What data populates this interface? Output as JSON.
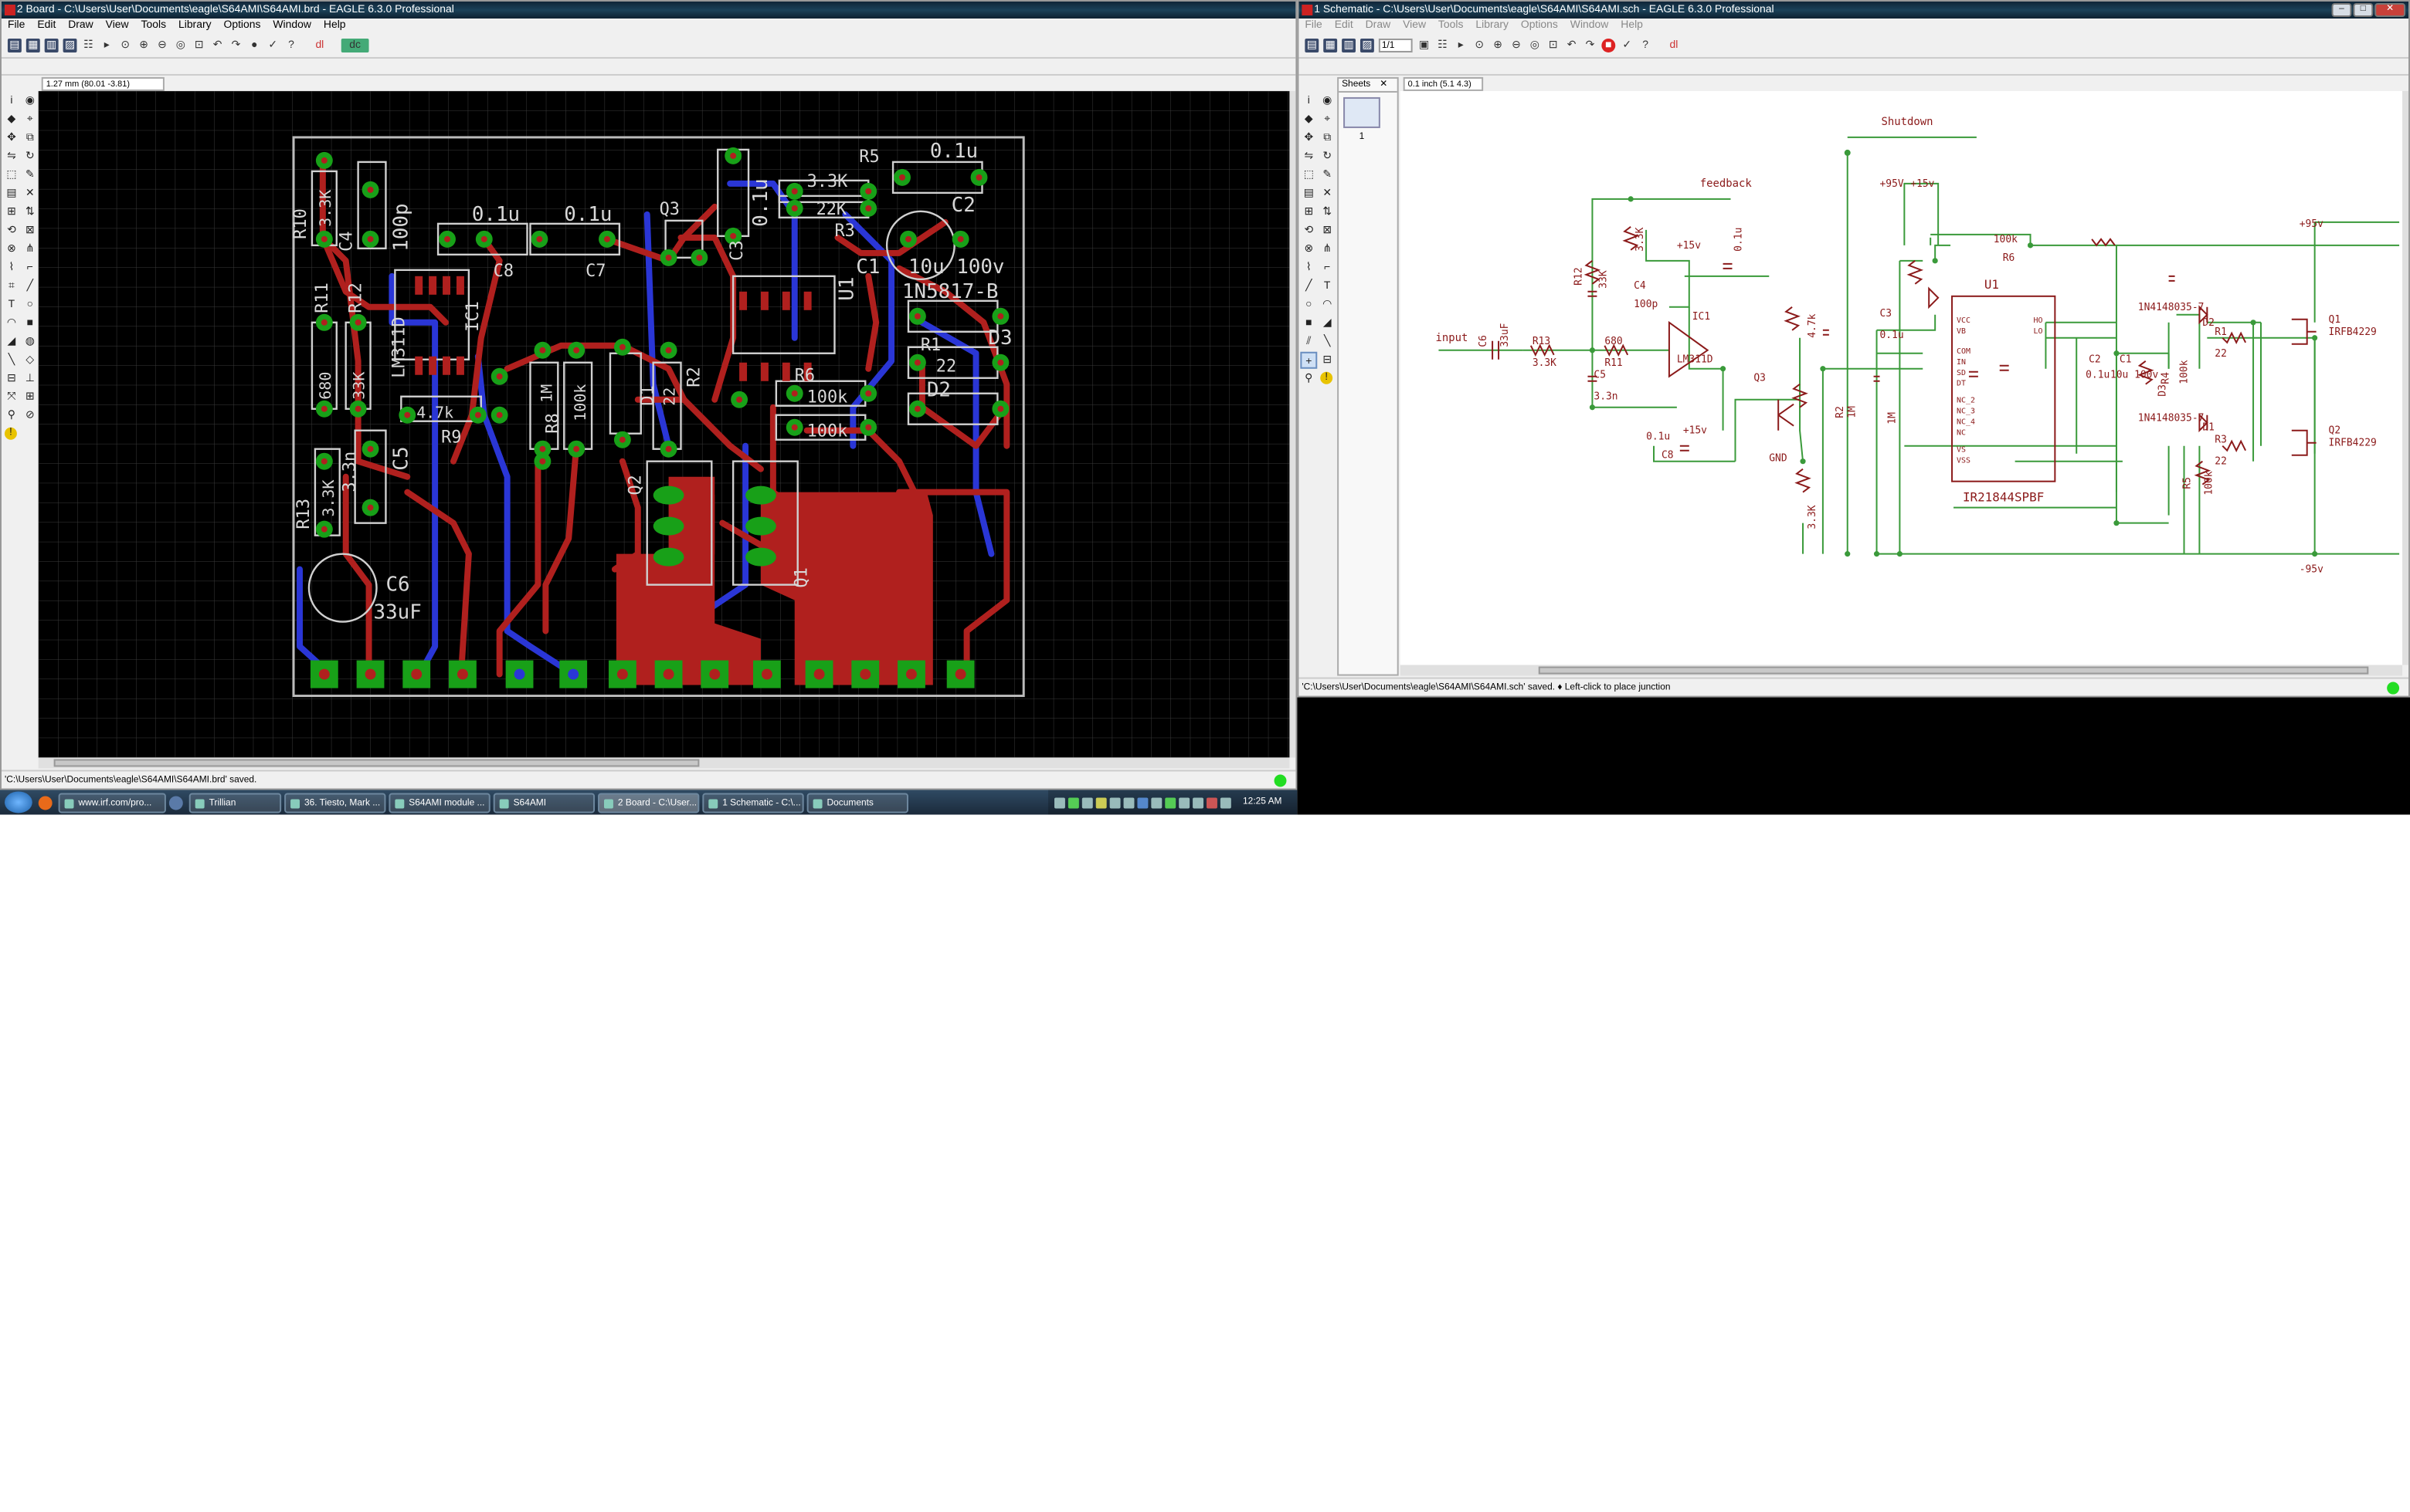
{
  "board": {
    "title": "2 Board - C:\\Users\\User\\Documents\\eagle\\S64AMI\\S64AMI.brd - EAGLE 6.3.0 Professional",
    "menu": [
      "File",
      "Edit",
      "Draw",
      "View",
      "Tools",
      "Library",
      "Options",
      "Window",
      "Help"
    ],
    "coords": "1.27 mm (80.01 -3.81)",
    "status": "'C:\\Users\\User\\Documents\\eagle\\S64AMI\\S64AMI.brd' saved.",
    "labels": {
      "r10": "R10",
      "r10v": "3.3K",
      "c4": "C4",
      "c4v": "100p",
      "c8v": "0.1u",
      "c8": "C8",
      "c7v": "0.1u",
      "c7": "C7",
      "q3": "Q3",
      "c3": "C3",
      "c3v": "0.1u",
      "r5": "R5",
      "r5v": "3.3K",
      "r3v": "22K",
      "r3": "R3",
      "c2": "C2",
      "c2v": "0.1u",
      "c1": "C1",
      "c1v": "10u 100v",
      "d3v": "1N5817-B",
      "d3": "D3",
      "u1": "U1",
      "r11": "R11",
      "r11v": "680",
      "r12": "R12",
      "r12v": "33K",
      "ic1": "IC1",
      "ic1v": "LM311D",
      "r9v": "4.7k",
      "r9": "R9",
      "r8": "R8",
      "r8v": "1M",
      "r7v": "100k",
      "d1": "D1",
      "r2v": "22",
      "r2": "R2",
      "r6": "R6",
      "r6v": "100k",
      "r4v": "100k",
      "r1": "R1",
      "r1v": "22",
      "d2": "D2",
      "r13": "R13",
      "r13v": "3.3K",
      "c5v": "3.3n",
      "c5": "C5",
      "q2": "Q2",
      "q1": "Q1",
      "c6": "C6",
      "c6v": "33uF"
    }
  },
  "schematic": {
    "title": "1 Schematic - C:\\Users\\User\\Documents\\eagle\\S64AMI\\S64AMI.sch - EAGLE 6.3.0 Professional",
    "menu": [
      "File",
      "Edit",
      "Draw",
      "View",
      "Tools",
      "Library",
      "Options",
      "Window",
      "Help"
    ],
    "zoom": "1/1",
    "coords": "0.1 inch (5.1 4.3)",
    "sheets_label": "Sheets",
    "sheet_num": "1",
    "status": "'C:\\Users\\User\\Documents\\eagle\\S64AMI\\S64AMI.sch' saved.  ♦ Left-click to place junction",
    "labels": {
      "shutdown": "Shutdown",
      "feedback": "feedback",
      "p95a": "+95V",
      "p15a": "+15v",
      "p95b": "+95v",
      "n95": "-95v",
      "input": "input",
      "c6": "C6",
      "c6v": "33uF",
      "r13": "R13",
      "r13v": "3.3K",
      "r11v": "680",
      "r11": "R11",
      "r10v": "3.3K",
      "r12": "R12",
      "r12v": "33K",
      "c4": "C4",
      "c4v": "100p",
      "c5": "C5",
      "c5v": "3.3n",
      "p15b": "+15v",
      "c7v": "0.1u",
      "ic1": "IC1",
      "ic1v": "LM311D",
      "r9v": "4.7k",
      "q3": "Q3",
      "gnd": "GND",
      "p15c": "+15v",
      "c8v": "0.1u",
      "c8": "C8",
      "r2": "R2",
      "r2v": "1M",
      "r8v": "1M",
      "r14v": "3.3K",
      "c3": "C3",
      "c3v": "0.1u",
      "u1": "U1",
      "u1v": "IR21844SPBF",
      "r6v": "100k",
      "r6": "R6",
      "vcc": "VCC",
      "vb": "VB",
      "ho": "HO",
      "lo": "LO",
      "com": "COM",
      "in": "IN",
      "sd": "SD",
      "dt": "DT",
      "nc2": "NC_2",
      "nc3": "NC_3",
      "nc4": "NC_4",
      "nc": "NC",
      "vs": "VS",
      "vss": "VSS",
      "c2": "C2",
      "c2v": "0.1u",
      "c1": "C1",
      "c1v": "10u 100v",
      "d3": "D3",
      "d4v": "1N4148035-7",
      "d2": "D2",
      "r1": "R1",
      "r1v": "22",
      "r4": "R4",
      "r4v": "100k",
      "q1": "Q1",
      "q1v": "IRFB4229",
      "d5v": "1N4148035-7",
      "d1": "D1",
      "r3": "R3",
      "r3v": "22",
      "r5": "R5",
      "r5v": "100k",
      "q2": "Q2",
      "q2v": "IRFB4229"
    }
  },
  "taskbar": {
    "items": [
      "www.irf.com/pro...",
      "Trillian",
      "36. Tiesto, Mark ...",
      "S64AMI module ...",
      "S64AMI",
      "2 Board - C:\\User...",
      "1 Schematic - C:\\...",
      "Documents"
    ],
    "clock": "12:25 AM"
  },
  "colors": {
    "pcb_bg": "#000000",
    "top_copper": "#b22222",
    "bottom_copper": "#2233cc",
    "pad": "#18a018",
    "silk": "#cccccc",
    "sch_wire": "#2e8b2e",
    "sch_part": "#8b1a1a"
  }
}
